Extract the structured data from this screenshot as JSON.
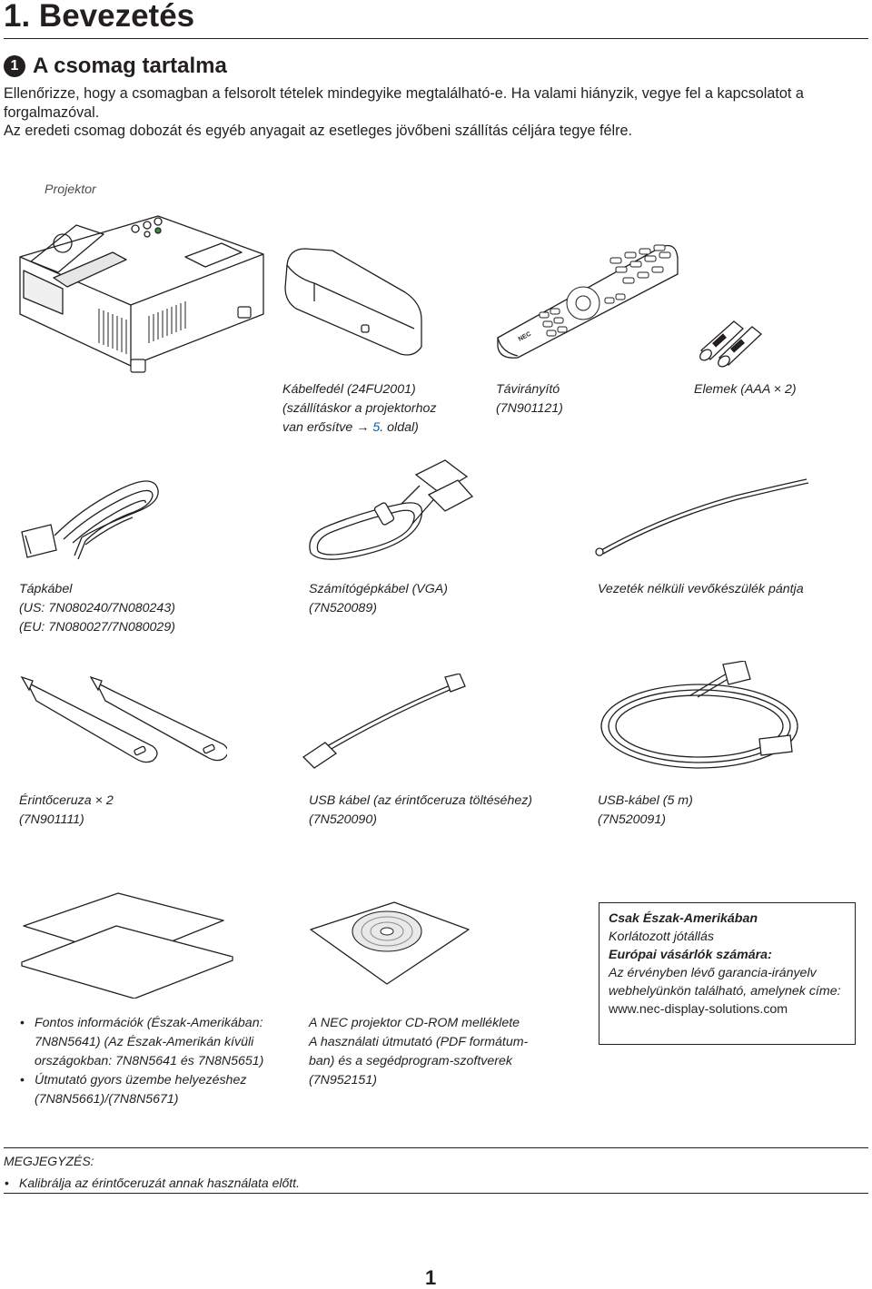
{
  "header": {
    "chapter_title": "1. Bevezetés",
    "section_number": "1",
    "section_title": "A csomag tartalma"
  },
  "intro": {
    "line1": "Ellenőrizze, hogy a csomagban a felsorolt tételek mindegyike megtalálható-e. Ha valami hiányzik, vegye fel a kapcsolatot a forgalmazóval.",
    "line2": "Az eredeti csomag dobozát és egyéb anyagait az esetleges jövőbeni szállítás céljára tegye félre."
  },
  "items": {
    "projector": {
      "label": "Projektor"
    },
    "cable_cover": {
      "line1": "Kábelfedél (24FU2001)",
      "line2": "(szállításkor a projektorhoz",
      "line3_pre": "van erősítve ",
      "arrow": "→",
      "page_ref": "5",
      "line3_post": ". oldal)"
    },
    "remote": {
      "line1": "Távirányító",
      "line2": "(7N901121)"
    },
    "batteries": {
      "line1": "Elemek (AAA × 2)"
    },
    "power_cable": {
      "line1": "Tápkábel",
      "line2": "(US: 7N080240/7N080243)",
      "line3": "(EU: 7N080027/7N080029)"
    },
    "vga_cable": {
      "line1": "Számítógépkábel (VGA)",
      "line2": "(7N520089)"
    },
    "strap": {
      "line1": "Vezeték nélküli vevőkészülék pántja"
    },
    "pens": {
      "line1": "Érintőceruza × 2",
      "line2": "(7N901111)"
    },
    "usb_charge_cable": {
      "line1": "USB kábel (az érintőceruza töltéséhez)",
      "line2": "(7N520090)"
    },
    "usb_cable": {
      "line1": "USB-kábel (5 m)",
      "line2": "(7N520091)"
    },
    "documents": {
      "bullet1": "Fontos információk (Észak-Amerikában: 7N8N5641) (Az Észak-Amerikán kívüli országokban: 7N8N5641 és 7N8N5651)",
      "bullet2": "Útmutató gyors üzembe helyezéshez (7N8N5661)/(7N8N5671)"
    },
    "cdrom": {
      "line1": "A NEC projektor CD-ROM melléklete",
      "line2": "A használati útmutató (PDF formátum-",
      "line3": "ban) és a segédprogram-szoftverek",
      "line4": "(7N952151)"
    },
    "warranty_box": {
      "title": "Csak Észak-Amerikában",
      "line1": "Korlátozott jótállás",
      "subtitle": "Európai vásárlók számára:",
      "line2": "Az érvényben lévő garancia-irányelv webhelyünkön található, amelynek címe:",
      "url": "www.nec-display-solutions.com"
    }
  },
  "note": {
    "heading": "MEGJEGYZÉS:",
    "item1": "Kalibrálja az érintőceruzát annak használata előtt."
  },
  "remote_brand": "NEC",
  "page_number": "1"
}
